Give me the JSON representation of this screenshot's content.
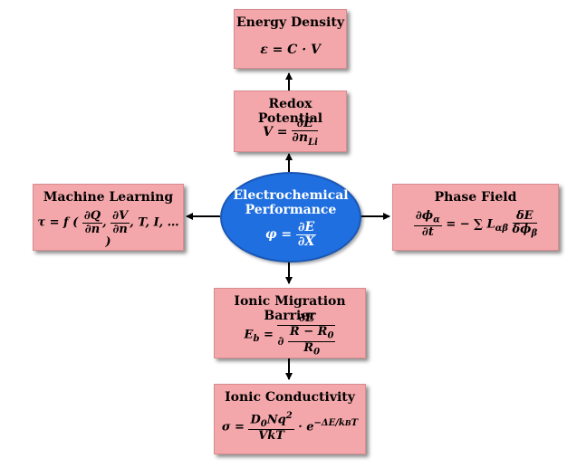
{
  "center": {
    "title_line1": "Electrochemical",
    "title_line2": "Performance",
    "formula_lhs": "φ =",
    "frac_num": "∂E",
    "frac_den": "∂X"
  },
  "energy_density": {
    "title": "Energy Density",
    "formula": "ε = C · V"
  },
  "redox_potential": {
    "title": "Redox Potential",
    "formula_lhs": "V =",
    "frac_num": "∂E",
    "frac_den": "∂n",
    "frac_den_sub": "Li"
  },
  "machine_learning": {
    "title": "Machine Learning",
    "formula_lhs": "τ = f (",
    "frac1_num": "∂Q",
    "frac1_den": "∂n",
    "frac2_num": "∂V",
    "frac2_den": "∂n",
    "formula_tail": ", T, I, … )"
  },
  "phase_field": {
    "title": "Phase Field",
    "frac1_num": "∂ϕ",
    "frac1_num_sub": "α",
    "frac1_den": "∂t",
    "formula_mid": "= − ∑ L",
    "formula_mid_sub": "αβ",
    "frac2_num": "δE",
    "frac2_den": "δϕ",
    "frac2_den_sub": "β"
  },
  "ionic_migration_barrier": {
    "title": "Ionic Migration Barrier",
    "formula_lhs": "E",
    "formula_lhs_sub": "b",
    "equals": "=",
    "frac_num": "∂E",
    "frac_den_prefix": "∂",
    "inner_num": "R − R",
    "inner_num_sub": "0",
    "inner_den": "R",
    "inner_den_sub": "0"
  },
  "ionic_conductivity": {
    "title": "Ionic Conductivity",
    "formula_lhs": "σ =",
    "frac_num": "D",
    "frac_num_sub": "0",
    "frac_num_rest": "Nq",
    "frac_num_sup": "2",
    "frac_den": "VkT",
    "exp_base": "· e",
    "exp_sup": "−ΔE/k",
    "exp_sup_sub": "B",
    "exp_sup_tail": "T"
  }
}
